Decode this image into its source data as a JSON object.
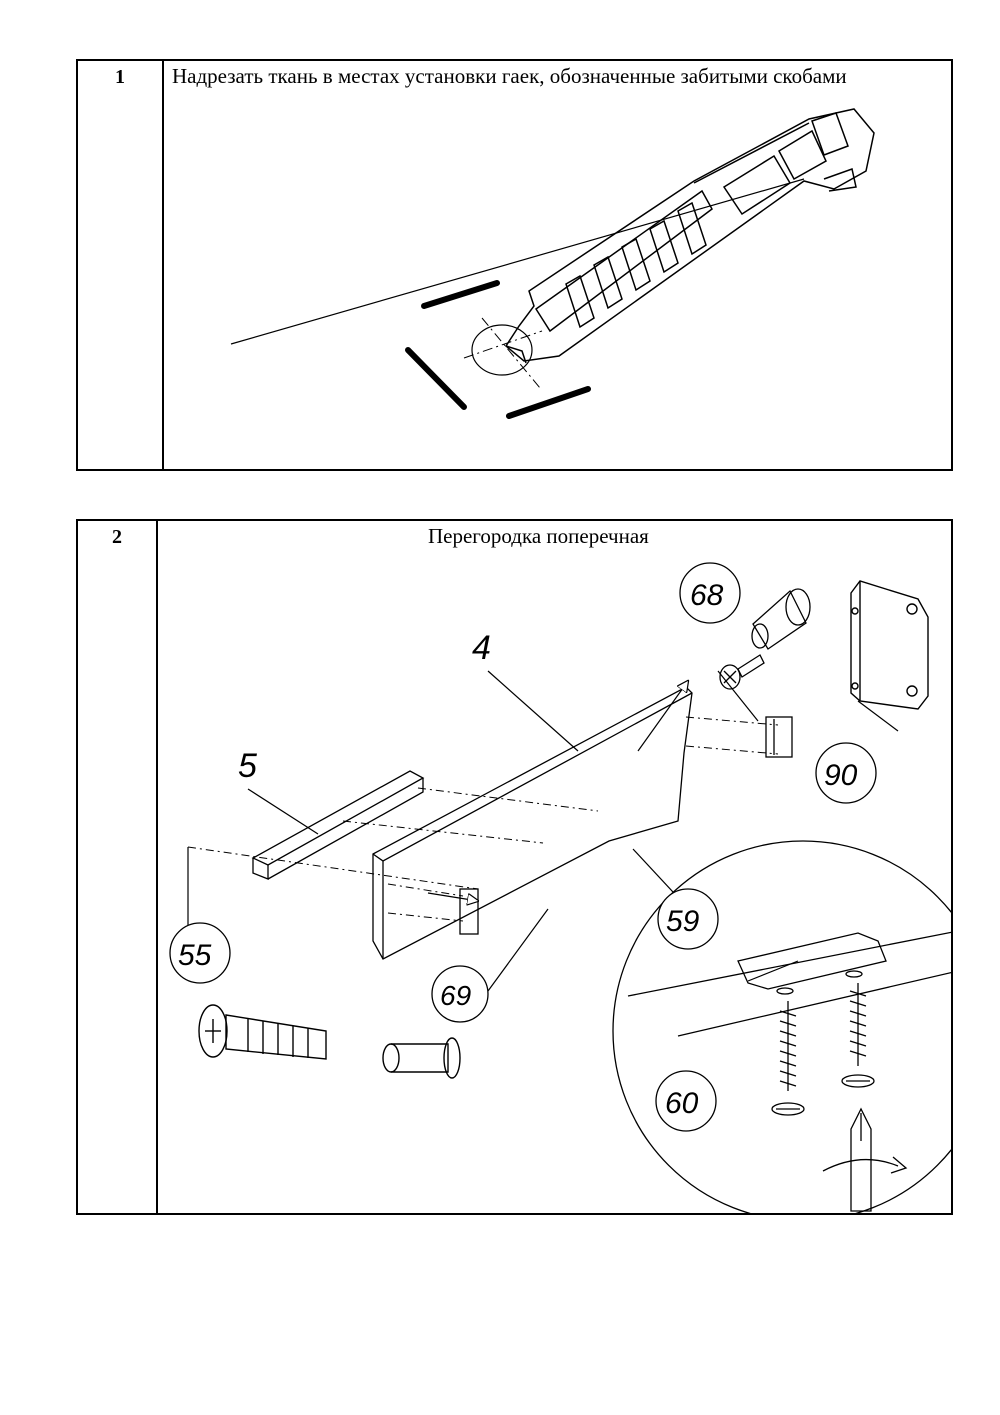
{
  "steps": [
    {
      "number": "1",
      "title": "Надрезать ткань в местах установки гаек, обозначенные забитыми скобами",
      "icons": [
        "utility-knife-icon",
        "staple-mark-icon"
      ]
    },
    {
      "number": "2",
      "title": "Перегородка поперечная",
      "callouts": {
        "panel": "4",
        "rail": "5",
        "bolt": "55",
        "bracket_detail": "59",
        "screw": "60",
        "nut_upper": "68",
        "nut_lower": "69",
        "corner_bracket": "90"
      },
      "icons": [
        "bolt-icon",
        "barrel-nut-icon",
        "screw-icon",
        "bracket-icon",
        "screwdriver-icon",
        "rotate-arrow-icon"
      ]
    }
  ],
  "colors": {
    "ink": "#000000",
    "paper": "#ffffff"
  }
}
